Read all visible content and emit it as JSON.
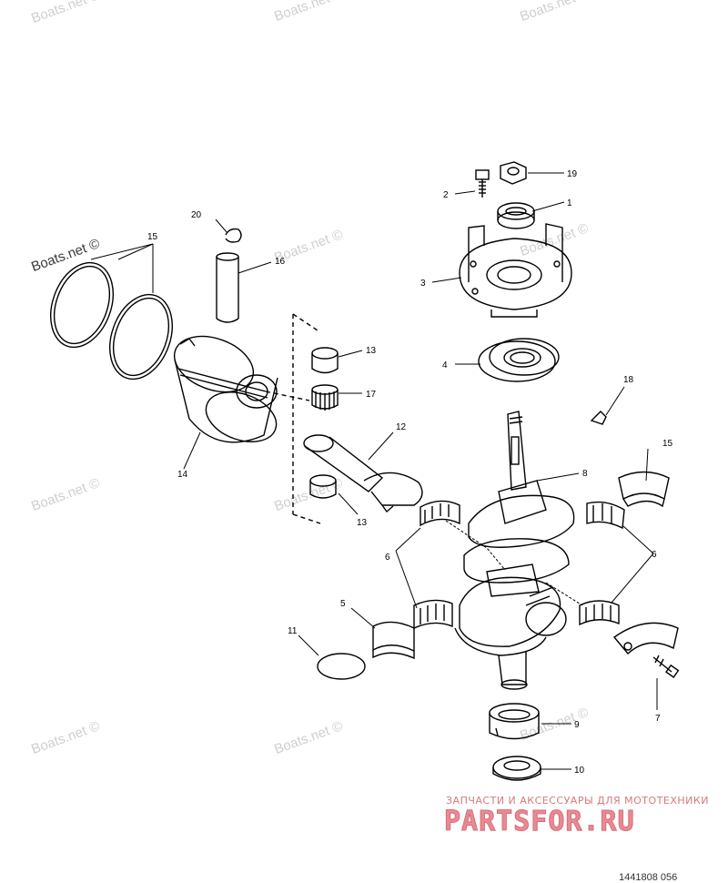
{
  "watermarks": [
    "Boats.net ©",
    "Boats.net ©",
    "Boats.net ©",
    "Boats.net ©",
    "Boats.net ©",
    "Boats.net ©",
    "Boats.net ©",
    "Boats.net ©",
    "Boats.net ©",
    "Boats.net ©",
    "Boats.net ©"
  ],
  "callouts": {
    "c1": "1",
    "c2": "2",
    "c3": "3",
    "c4": "4",
    "c5": "5",
    "c6a": "6",
    "c6b": "6",
    "c7": "7",
    "c8": "8",
    "c9": "9",
    "c10": "10",
    "c11": "11",
    "c12": "12",
    "c13a": "13",
    "c13b": "13",
    "c14": "14",
    "c15a": "15",
    "c15b": "15",
    "c16": "16",
    "c17": "17",
    "c18": "18",
    "c19": "19",
    "c20": "20"
  },
  "branding": {
    "subtitle": "ЗАПЧАСТИ И АКСЕССУАРЫ ДЛЯ МОТОТЕХНИКИ",
    "logo": "PARTSFOR.RU"
  },
  "part_number": "1441808 056",
  "colors": {
    "line": "#000000",
    "watermark": "#cfcfcf",
    "brand": "#e88a92"
  }
}
